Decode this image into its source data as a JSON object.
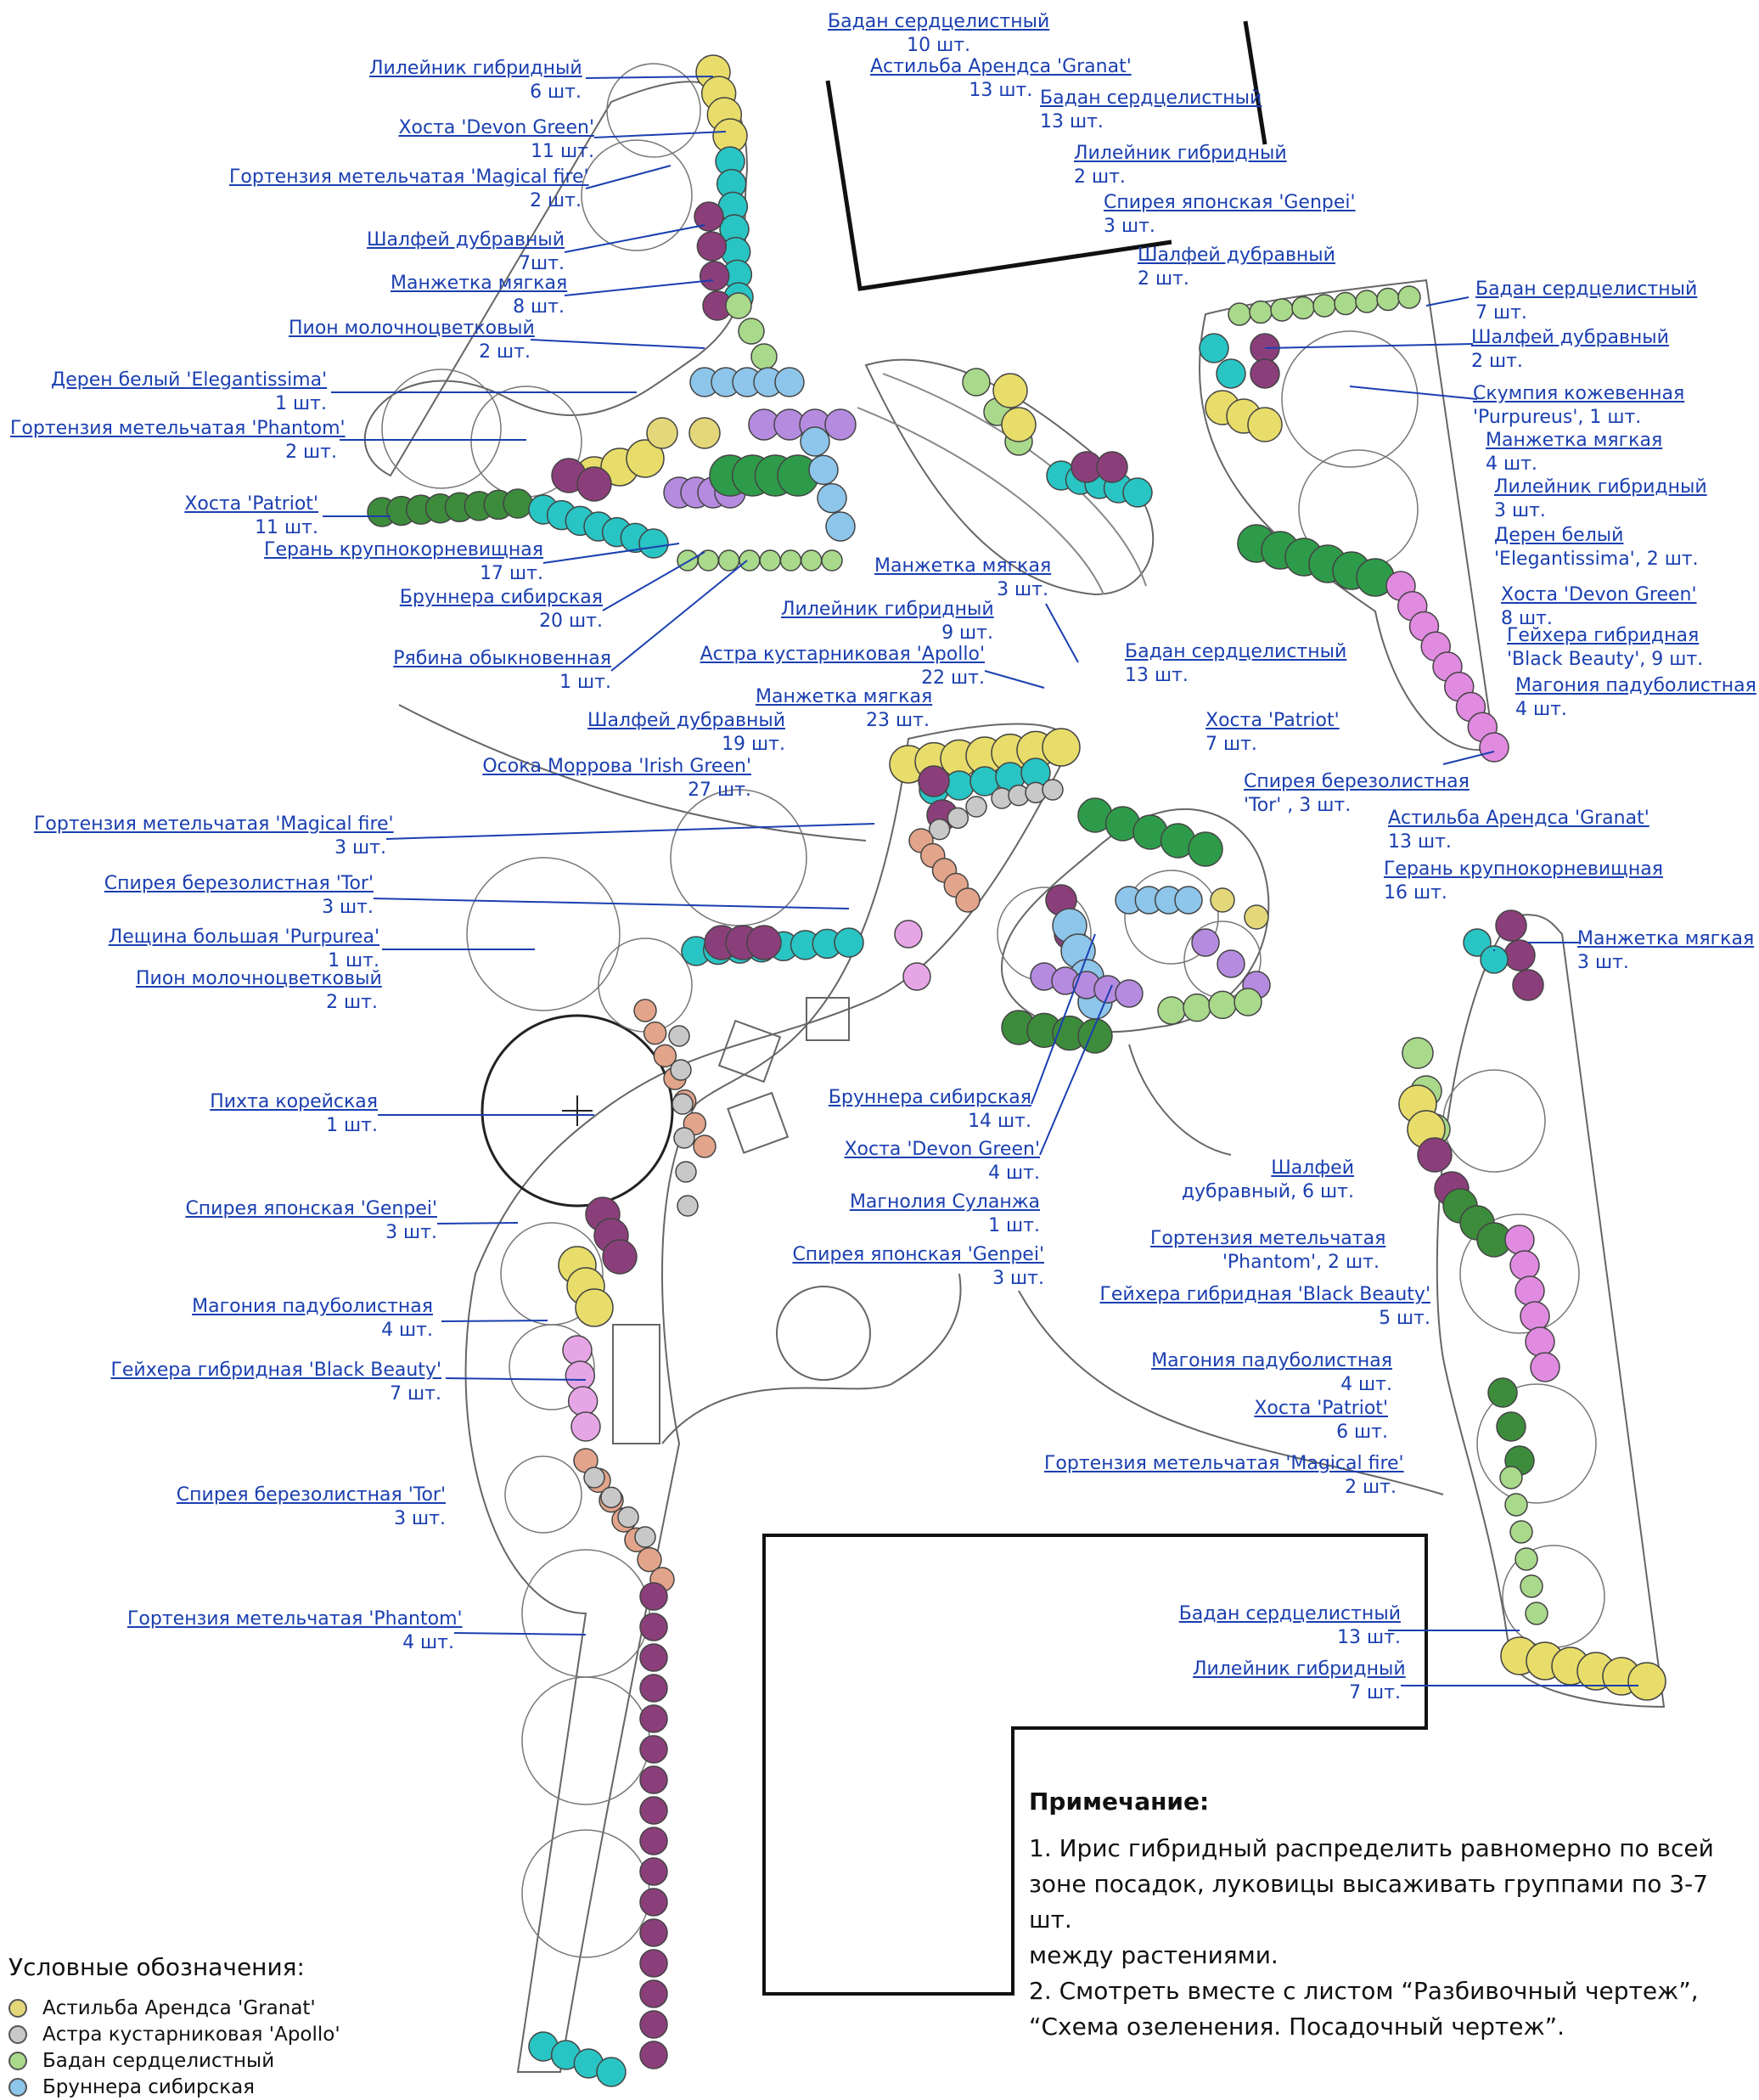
{
  "colors": {
    "astilbe": "#e3d77a",
    "aster": "#c8c8c8",
    "bergenia": "#a9d98a",
    "brunnera": "#8ec5ea",
    "hosta_dg": "#2e9b4a",
    "hosta_patriot": "#3c8c3c",
    "salvia": "#8b3f7a",
    "alchemilla": "#29c4c4",
    "hemerocallis": "#e8dd6a",
    "heuchera": "#e08ae0",
    "geranium": "#b58be0",
    "carex": "#e2a48a",
    "mahonia": "#e6a6e6",
    "label": "#1a3fb0"
  },
  "labels": [
    {
      "name": "Бадан сердцелистный",
      "count": "10 шт."
    },
    {
      "name": "Астильба Арендса 'Granat'",
      "count": "13 шт."
    },
    {
      "name": "Лилейник гибридный",
      "count": "6 шт."
    },
    {
      "name": "Хоста 'Devon Green'",
      "count": "11 шт."
    },
    {
      "name": "Гортензия метельчатая 'Magical fire'",
      "count": "2 шт."
    },
    {
      "name": "Шалфей дубравный",
      "count": "7шт."
    },
    {
      "name": "Манжетка мягкая",
      "count": "8 шт."
    },
    {
      "name": "Пион молочноцветковый",
      "count": "2 шт."
    },
    {
      "name": "Дерен белый 'Elegantissima'",
      "count": "1 шт."
    },
    {
      "name": "Гортензия метельчатая 'Phantom'",
      "count": "2 шт."
    },
    {
      "name": "Хоста 'Patriot'",
      "count": "11 шт."
    },
    {
      "name": "Герань крупнокорневищная",
      "count": "17 шт."
    },
    {
      "name": "Бруннера сибирская",
      "count": "20 шт."
    },
    {
      "name": "Рябина обыкновенная",
      "count": "1 шт."
    },
    {
      "name": "Бадан сердцелистный",
      "count": "13 шт."
    },
    {
      "name": "Лилейник гибридный",
      "count": "2 шт."
    },
    {
      "name": "Спирея японская 'Genpei'",
      "count": "3 шт."
    },
    {
      "name": "Шалфей дубравный",
      "count": "2 шт."
    },
    {
      "name": "Манжетка мягкая",
      "count": "3 шт."
    },
    {
      "name": "Бадан сердцелистный",
      "count": "7 шт."
    },
    {
      "name": "Шалфей дубравный",
      "count": "2 шт."
    },
    {
      "name": "Скумпия кожевенная",
      "count": "'Purpureus', 1 шт."
    },
    {
      "name": "Манжетка мягкая",
      "count": "4 шт."
    },
    {
      "name": "Лилейник гибридный",
      "count": "3 шт."
    },
    {
      "name": "Дерен белый",
      "count": "'Elegantissima', 2 шт."
    },
    {
      "name": "Хоста 'Devon Green'",
      "count": "8 шт."
    },
    {
      "name": "Гейхера гибридная",
      "count": "'Black Beauty', 9 шт."
    },
    {
      "name": "Магония падуболистная",
      "count": "4 шт."
    },
    {
      "name": "Лилейник гибридный",
      "count": "9 шт."
    },
    {
      "name": "Астра кустарниковая 'Apollo'",
      "count": "22 шт."
    },
    {
      "name": "Манжетка мягкая",
      "count": "23 шт."
    },
    {
      "name": "Шалфей дубравный",
      "count": "19 шт."
    },
    {
      "name": "Осока Моррова 'Irish Green'",
      "count": "27 шт."
    },
    {
      "name": "Гортензия метельчатая 'Magical fire'",
      "count": "3 шт."
    },
    {
      "name": "Спирея березолистная 'Tor'",
      "count": "3 шт."
    },
    {
      "name": "Лещина большая 'Purpurea'",
      "count": "1 шт."
    },
    {
      "name": "Пион молочноцветковый",
      "count": "2 шт."
    },
    {
      "name": "Пихта корейская",
      "count": "1 шт."
    },
    {
      "name": "Спирея японская 'Genpei'",
      "count": "3 шт."
    },
    {
      "name": "Магония падуболистная",
      "count": "4 шт."
    },
    {
      "name": "Гейхера гибридная 'Black Beauty'",
      "count": "7 шт."
    },
    {
      "name": "Спирея березолистная 'Tor'",
      "count": "3 шт."
    },
    {
      "name": "Гортензия метельчатая 'Phantom'",
      "count": "4 шт."
    },
    {
      "name": "Бадан сердцелистный",
      "count": "13 шт."
    },
    {
      "name": "Хоста 'Patriot'",
      "count": "7 шт."
    },
    {
      "name": "Спирея березолистная",
      "count": "'Tor' , 3 шт."
    },
    {
      "name": "Астильба Арендса 'Granat'",
      "count": "13 шт."
    },
    {
      "name": "Герань крупнокорневищная",
      "count": "16 шт."
    },
    {
      "name": "Манжетка мягкая",
      "count": "3 шт."
    },
    {
      "name": "Бруннера сибирская",
      "count": "14 шт."
    },
    {
      "name": "Хоста 'Devon Green'",
      "count": "4 шт."
    },
    {
      "name": "Магнолия Суланжа",
      "count": "1 шт."
    },
    {
      "name": "Спирея японская 'Genpei'",
      "count": "3 шт."
    },
    {
      "name": "Шалфей",
      "count": "дубравный, 6 шт."
    },
    {
      "name": "Гортензия метельчатая",
      "count": "'Phantom', 2 шт."
    },
    {
      "name": "Гейхера гибридная 'Black Beauty'",
      "count": "5 шт."
    },
    {
      "name": "Магония падуболистная",
      "count": "4 шт."
    },
    {
      "name": "Хоста 'Patriot'",
      "count": "6 шт."
    },
    {
      "name": "Гортензия метельчатая 'Magical fire'",
      "count": "2 шт."
    },
    {
      "name": "Бадан сердцелистный",
      "count": "13 шт."
    },
    {
      "name": "Лилейник гибридный",
      "count": "7 шт."
    }
  ],
  "note": {
    "title": "Примечание:",
    "lines": [
      "1. Ирис гибридный распределить равномерно по всей",
      "зоне посадок, луковицы высаживать группами по 3-7 шт.",
      "между растениями.",
      "2. Смотреть вместе с листом “Разбивочный чертеж”,",
      "“Схема озеленения. Посадочный чертеж”."
    ]
  },
  "legend": {
    "title": "Условные обозначения:",
    "items": [
      {
        "label": "Астильба Арендса 'Granat'",
        "color": "#e3d77a"
      },
      {
        "label": "Астра кустарниковая 'Apollo'",
        "color": "#c8c8c8"
      },
      {
        "label": "Бадан сердцелистный",
        "color": "#a9d98a"
      },
      {
        "label": "Бруннера сибирская",
        "color": "#8ec5ea"
      }
    ]
  }
}
